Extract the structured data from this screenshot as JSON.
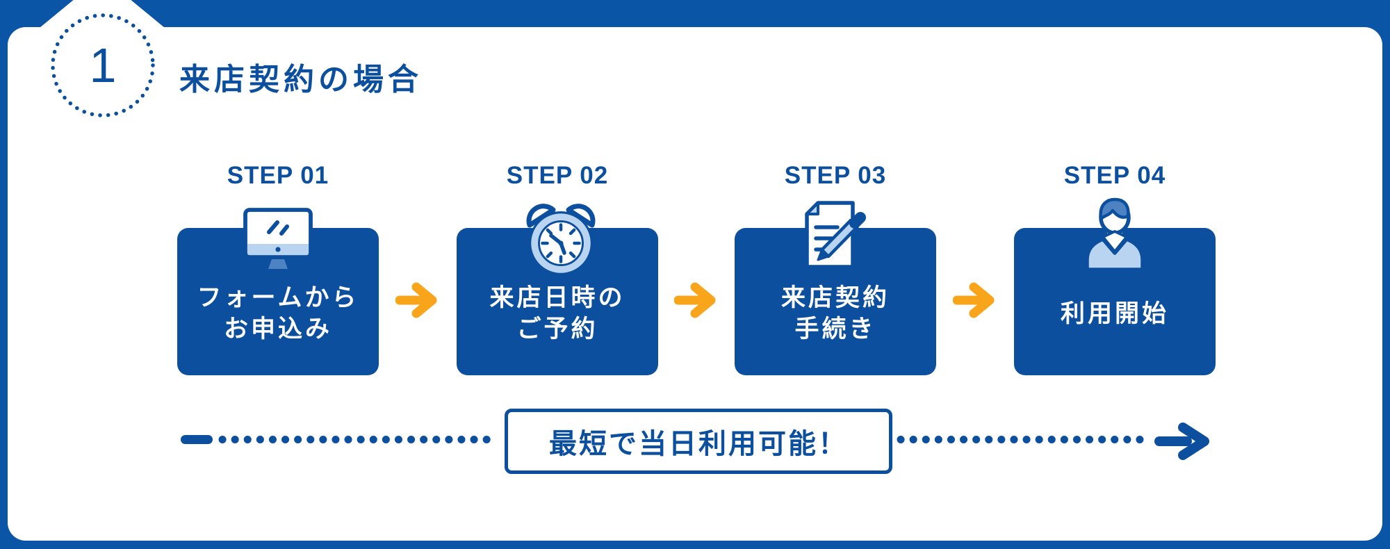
{
  "badge": {
    "number": "1"
  },
  "title": "来店契約の場合",
  "steps": [
    {
      "label": "STEP 01",
      "icon": "desktop-computer-icon",
      "lines": [
        "フォームから",
        "お申込み"
      ]
    },
    {
      "label": "STEP 02",
      "icon": "alarm-clock-icon",
      "lines": [
        "来店日時の",
        "ご予約"
      ]
    },
    {
      "label": "STEP 03",
      "icon": "document-pencil-icon",
      "lines": [
        "来店契約",
        "手続き"
      ]
    },
    {
      "label": "STEP 04",
      "icon": "person-icon",
      "lines": [
        "利用開始"
      ]
    }
  ],
  "timeline": {
    "callout": "最短で当日利用可能！"
  },
  "colors": {
    "brand_blue": "#0b4f9e",
    "banner_blue": "#0a55a6",
    "accent_orange": "#f9a51b",
    "icon_light_blue": "#b8d4f0",
    "icon_medium_blue": "#4d83c3",
    "card_white": "#ffffff"
  }
}
